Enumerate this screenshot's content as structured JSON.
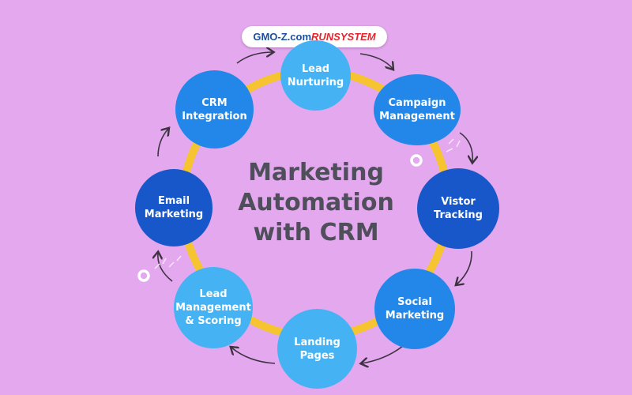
{
  "title": "Marketing\nAutomation\nwith CRM",
  "logo": {
    "part1": "GMO-Z.com",
    "part2": "RUNSYSTEM"
  },
  "nodes": [
    {
      "label": "Lead\nNurturing",
      "color": "#45b3f3"
    },
    {
      "label": "Campaign\nManagement",
      "color": "#2387ea"
    },
    {
      "label": "Vistor\nTracking",
      "color": "#1757c9"
    },
    {
      "label": "Social\nMarketing",
      "color": "#2387ea"
    },
    {
      "label": "Landing\nPages",
      "color": "#45b3f3"
    },
    {
      "label": "Lead\nManagement\n& Scoring",
      "color": "#45b3f3"
    },
    {
      "label": "Email\nMarketing",
      "color": "#1757c9"
    },
    {
      "label": "CRM\nIntegration",
      "color": "#2387ea"
    }
  ],
  "colors": {
    "ring": "#f5c430",
    "arrow": "#3d3340",
    "background": "#e4a8ef"
  }
}
